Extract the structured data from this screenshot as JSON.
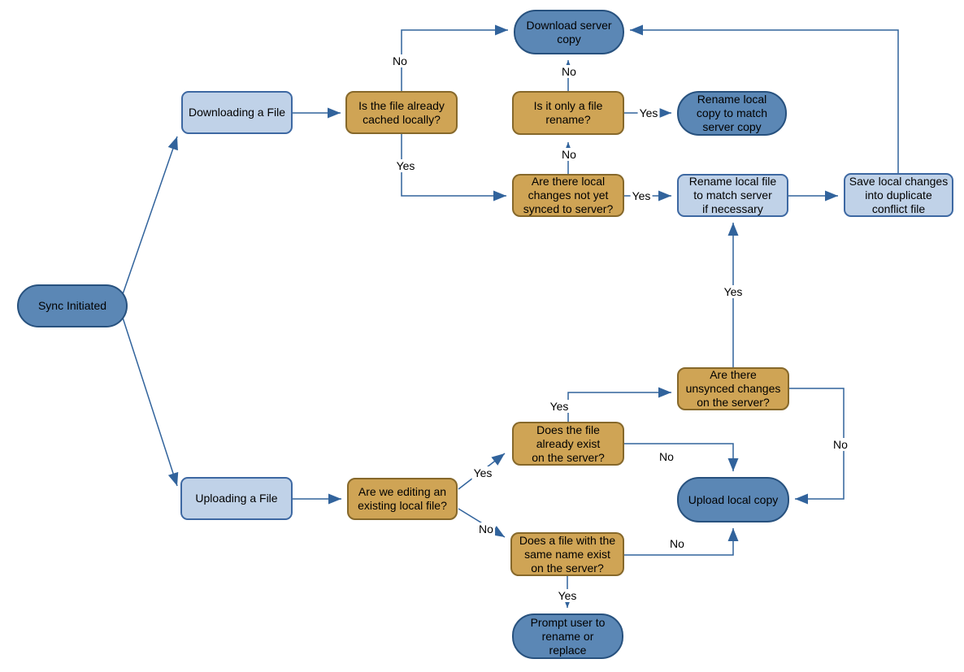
{
  "diagram": {
    "background": "#ffffff",
    "edge_color": "#31639c",
    "node_styles": {
      "terminal": {
        "fill": "#5b87b5",
        "border": "#27517e"
      },
      "action": {
        "fill": "#c0d2e8",
        "border": "#3d68a2"
      },
      "decision": {
        "fill": "#cfa455",
        "border": "#86682a"
      }
    },
    "nodes": {
      "sync_initiated": "Sync Initiated",
      "downloading_file": "Downloading a File",
      "uploading_file": "Uploading a File",
      "is_file_cached": "Is the file already\ncached locally?",
      "download_server_copy": "Download server\ncopy",
      "is_only_rename": "Is it only a file\nrename?",
      "rename_local_copy": "Rename local\ncopy to match\nserver copy",
      "are_local_changes": "Are there local\nchanges not yet\nsynced to server?",
      "rename_local_file": "Rename local file\nto match server\nif necessary",
      "save_local_changes": "Save local changes\ninto duplicate\nconflict file",
      "are_we_editing": "Are we editing an\nexisting local file?",
      "does_file_exist": "Does the file\nalready exist\non the server?",
      "does_same_name": "Does a file with the\nsame name exist\non the server?",
      "are_unsynced_changes": "Are there\nunsynced changes\non the server?",
      "upload_local_copy": "Upload local copy",
      "prompt_user": "Prompt user to\nrename or\nreplace"
    },
    "edge_labels": {
      "cached_no": "No",
      "cached_yes": "Yes",
      "only_rename_no": "No",
      "only_rename_yes": "Yes",
      "local_changes_no": "No",
      "local_changes_yes": "Yes",
      "unsynced_yes": "Yes",
      "unsynced_no": "No",
      "editing_yes": "Yes",
      "editing_no": "No",
      "file_exist_yes": "Yes",
      "file_exist_no": "No",
      "same_name_no": "No",
      "same_name_yes": "Yes"
    }
  }
}
